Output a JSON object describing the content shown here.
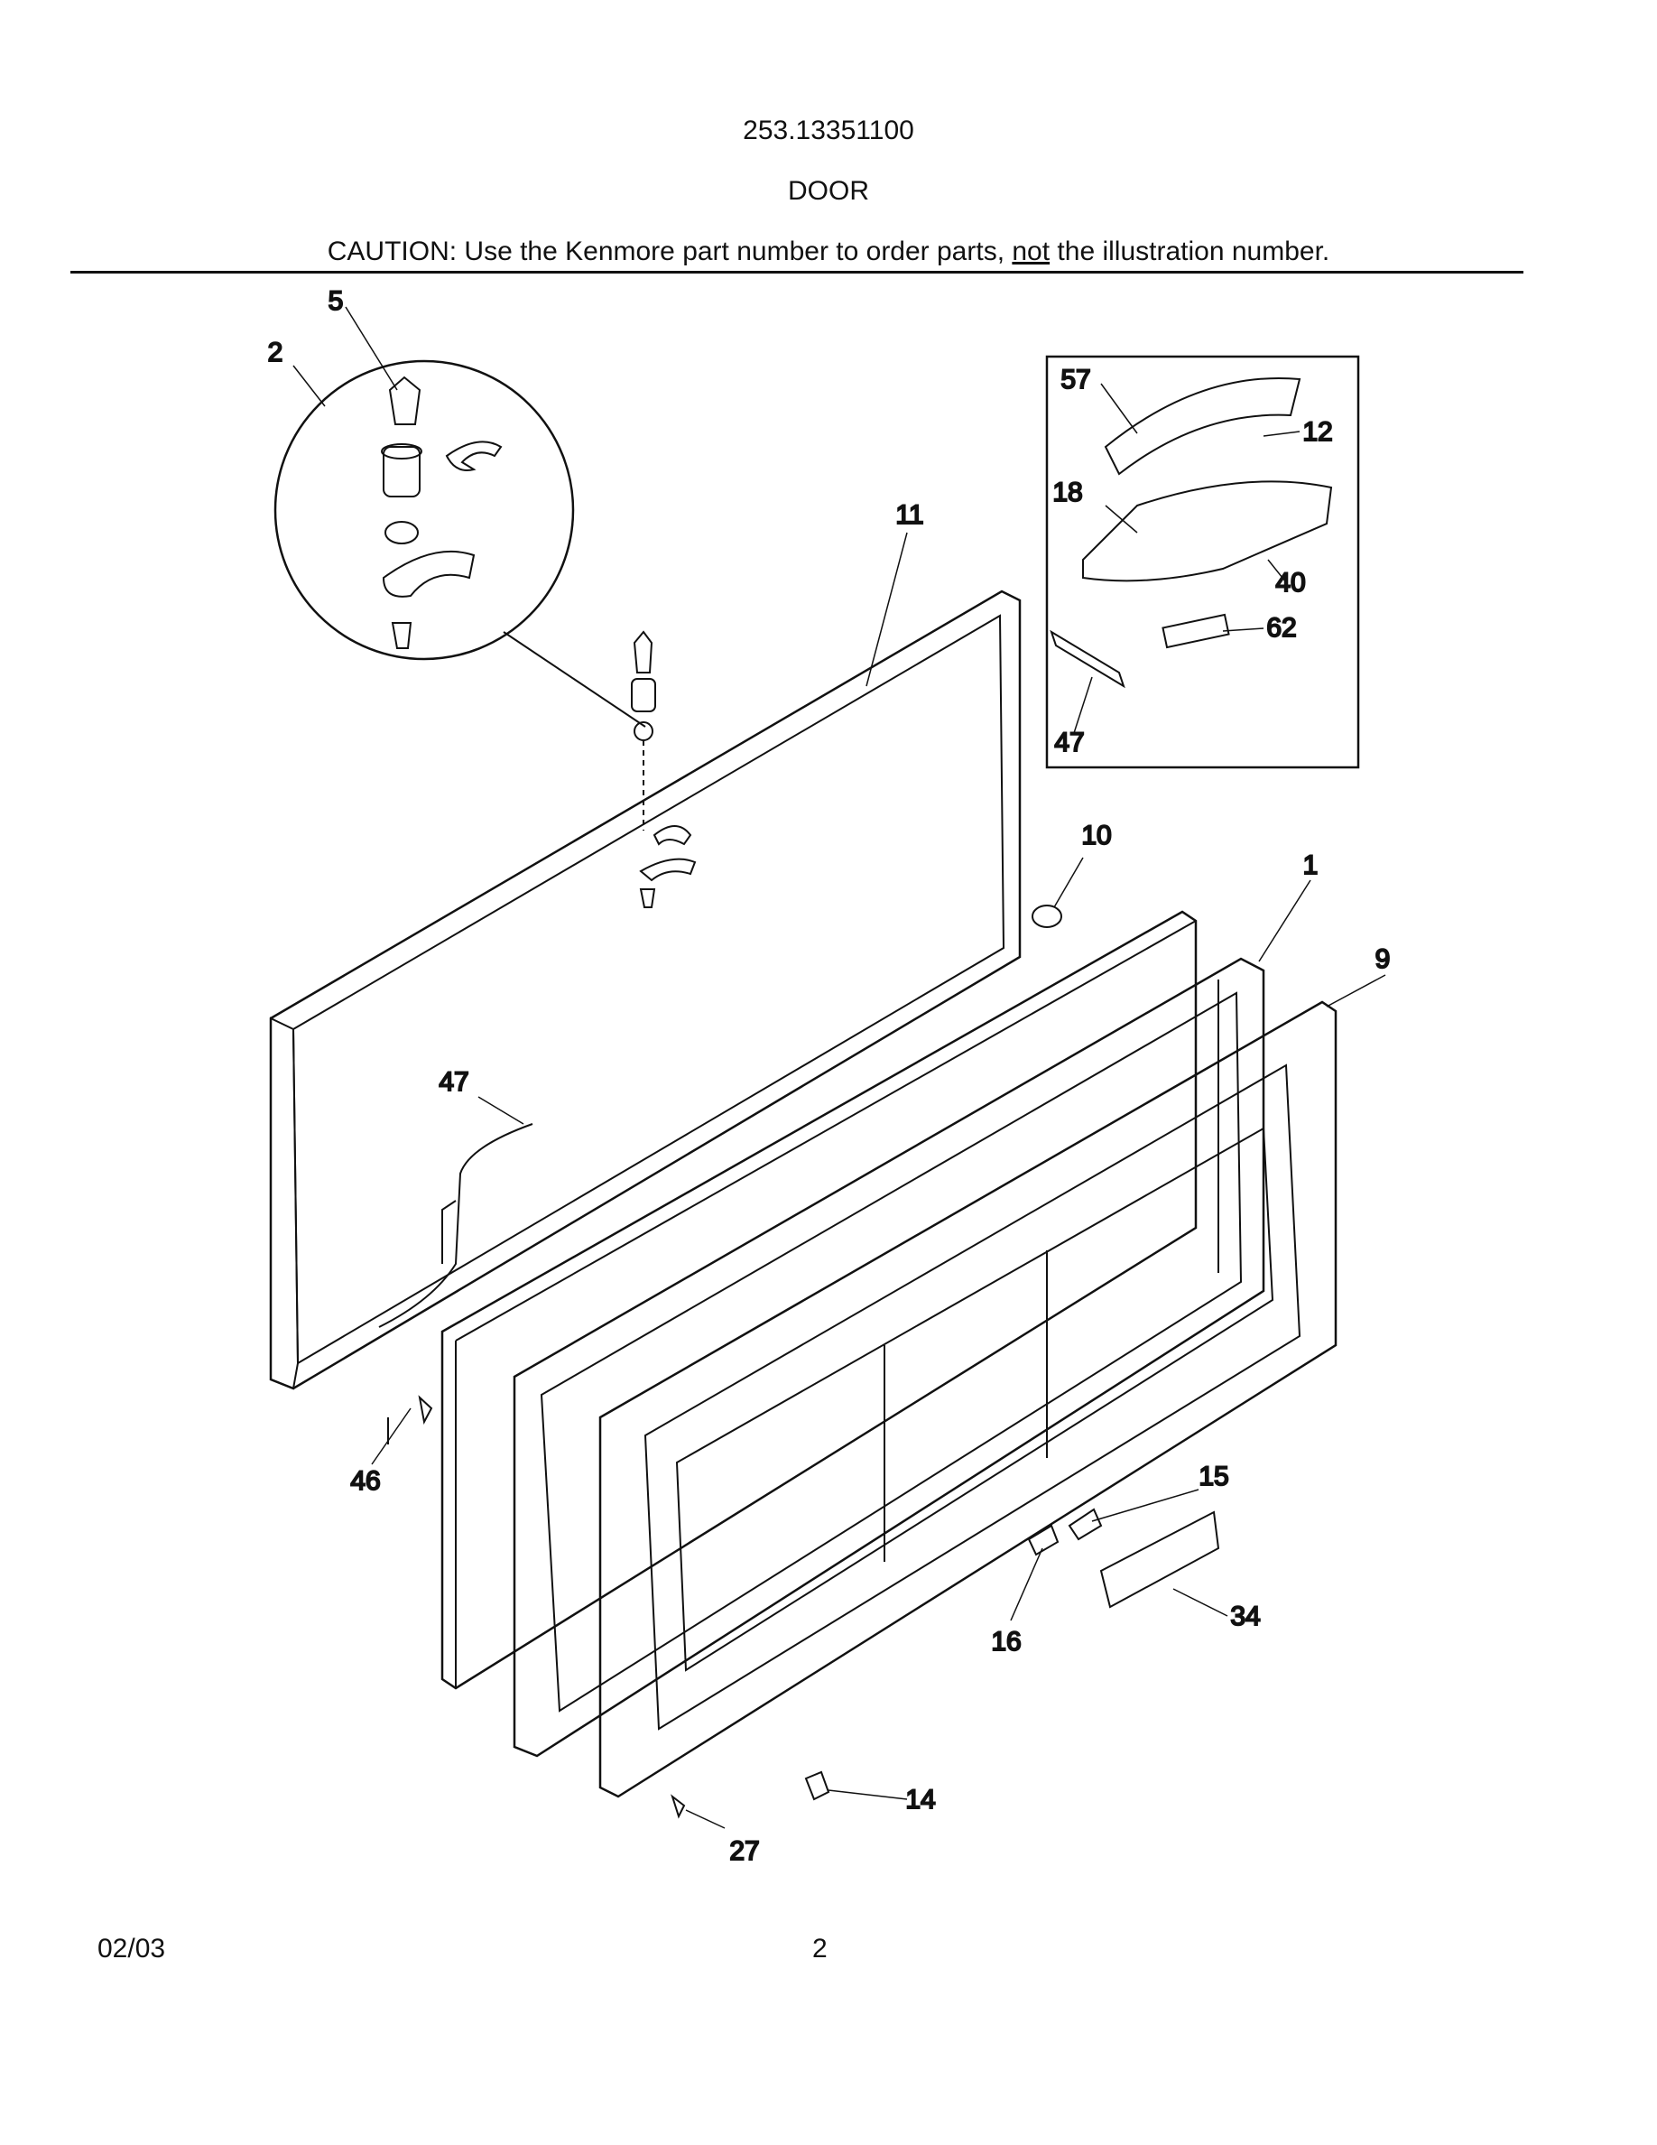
{
  "header": {
    "model_number": "253.13351100",
    "section_title": "DOOR",
    "caution_prefix": "CAUTION: Use the Kenmore part number to order parts, ",
    "caution_emphasis": "not",
    "caution_suffix": " the illustration number."
  },
  "callouts": {
    "c5": "5",
    "c2": "2",
    "c11": "11",
    "c57": "57",
    "c12": "12",
    "c18": "18",
    "c40": "40",
    "c62": "62",
    "c47a": "47",
    "c10": "10",
    "c1": "1",
    "c9": "9",
    "c47b": "47",
    "c46": "46",
    "c15": "15",
    "c34": "34",
    "c16": "16",
    "c14": "14",
    "c27": "27"
  },
  "footer": {
    "date": "02/03",
    "page": "2"
  }
}
